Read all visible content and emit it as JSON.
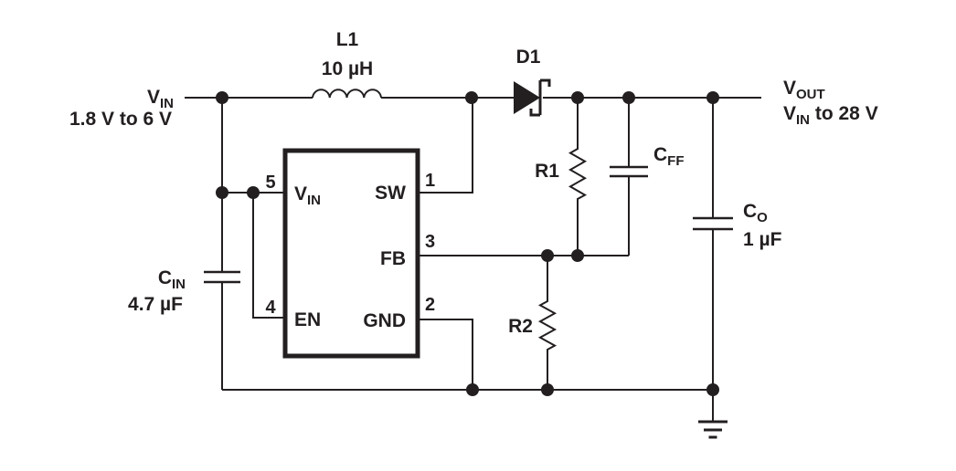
{
  "colors": {
    "ink": "#231f20",
    "background": "#ffffff"
  },
  "labels": {
    "input": {
      "main": "V",
      "sub": "IN",
      "range": "1.8 V to 6 V"
    },
    "output": {
      "main": "V",
      "sub": "OUT",
      "range_main": "V",
      "range_sub": "IN",
      "range_rest": " to 28 V"
    },
    "l1": {
      "ref": "L1",
      "value": "10 µH"
    },
    "d1": {
      "ref": "D1"
    },
    "r1": {
      "ref": "R1"
    },
    "r2": {
      "ref": "R2"
    },
    "cin": {
      "main": "C",
      "sub": "IN",
      "value": "4.7 µF"
    },
    "cff": {
      "main": "C",
      "sub": "FF"
    },
    "co": {
      "main": "C",
      "sub": "O",
      "value": "1 µF"
    }
  },
  "ic": {
    "pin_numbers": {
      "vin": "5",
      "sw": "1",
      "fb": "3",
      "en": "4",
      "gnd": "2"
    },
    "pin_names": {
      "vin_main": "V",
      "vin_sub": "IN",
      "sw": "SW",
      "fb": "FB",
      "en": "EN",
      "gnd": "GND"
    }
  }
}
